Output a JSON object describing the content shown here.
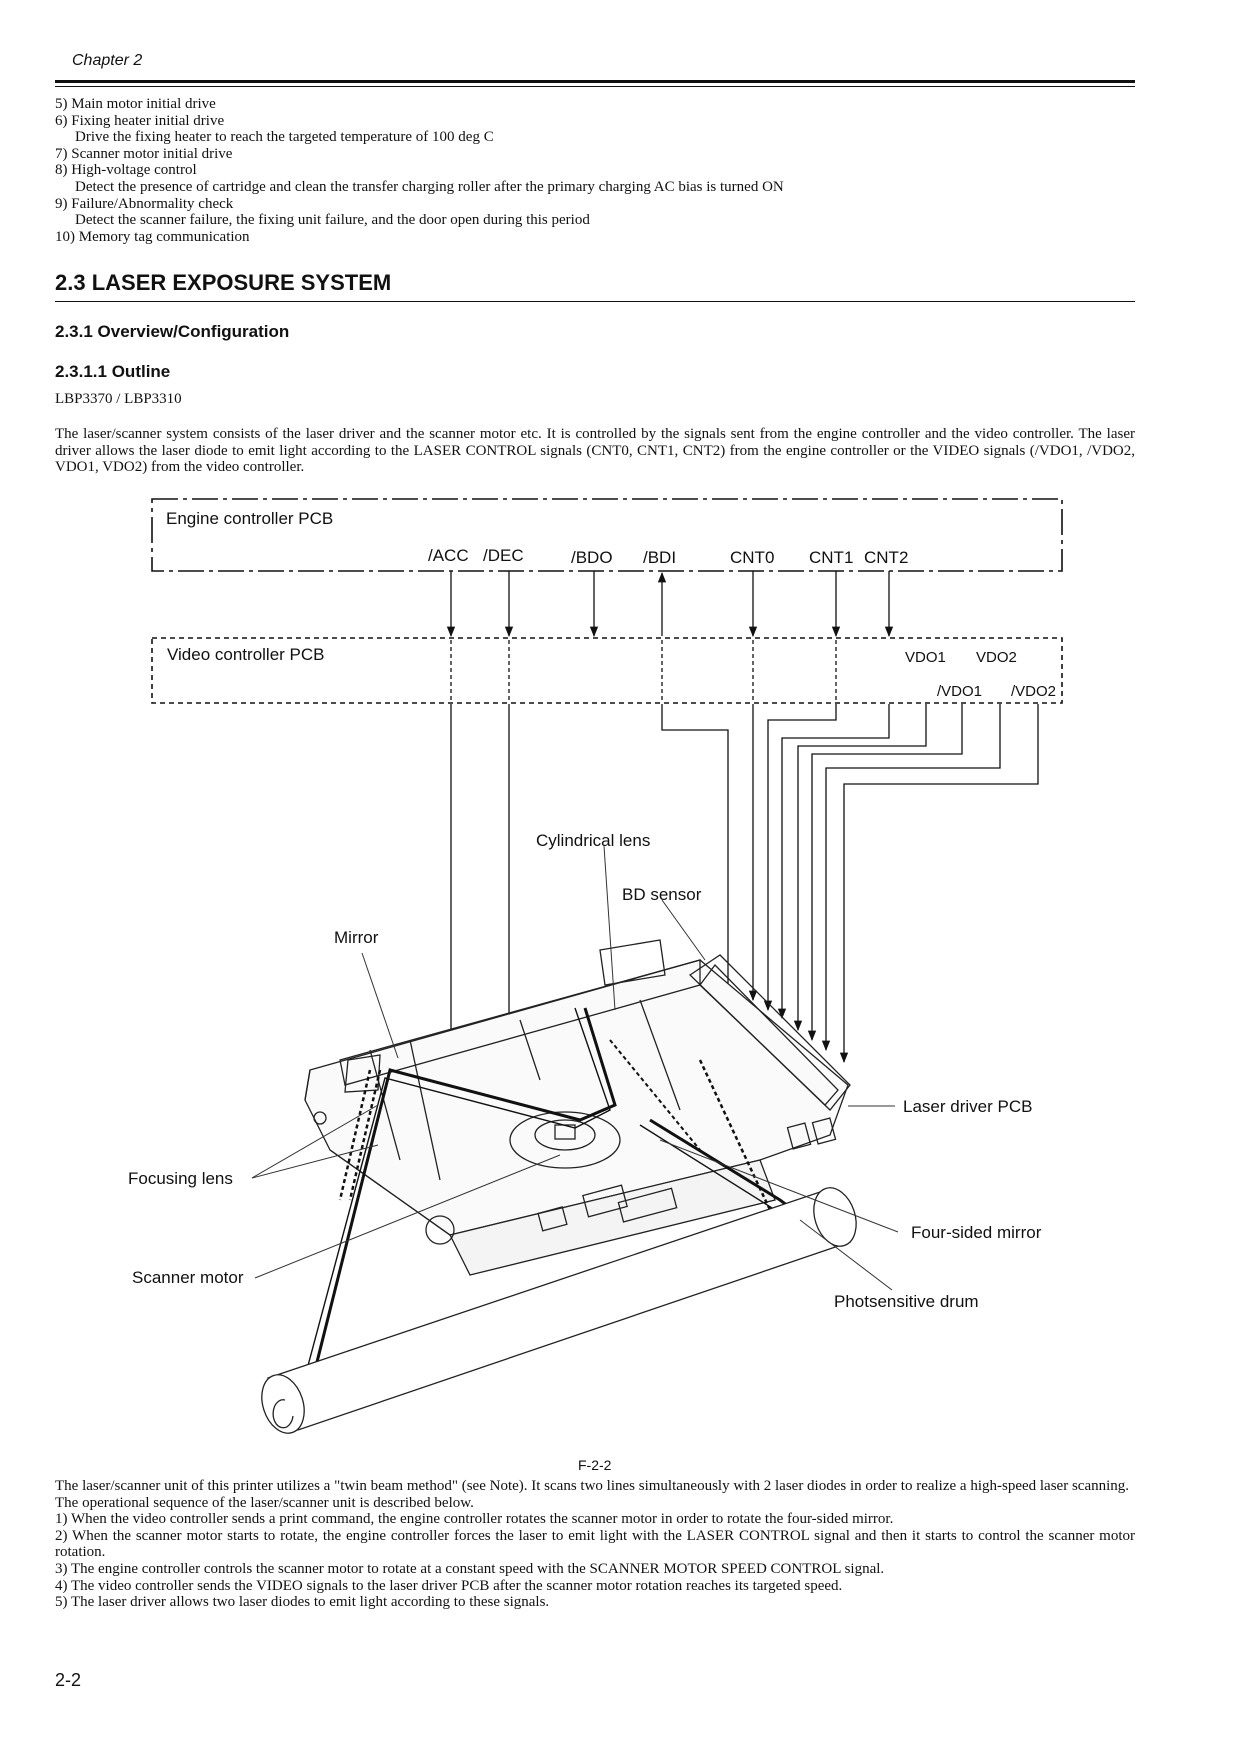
{
  "header": {
    "chapter": "Chapter 2"
  },
  "list_items": [
    "5) Main motor initial drive",
    "6) Fixing heater initial drive",
    "Drive the fixing heater to reach the targeted temperature of 100 deg C",
    "7) Scanner motor initial drive",
    "8) High-voltage control",
    "Detect the presence of cartridge and clean the transfer charging roller after the primary charging AC bias is turned ON",
    "9) Failure/Abnormality check",
    "Detect the scanner failure, the fixing unit failure, and the door open during this period",
    "10) Memory tag communication"
  ],
  "section": {
    "title": "2.3 LASER EXPOSURE SYSTEM",
    "subsection": "2.3.1 Overview/Configuration",
    "subsubsection": "2.3.1.1 Outline",
    "models": "LBP3370 / LBP3310",
    "intro": "The laser/scanner system consists of the laser driver and the scanner motor etc. It is controlled by the signals sent from the engine controller and the video controller. The laser driver allows the laser diode to emit light according to the LASER CONTROL signals (CNT0, CNT1, CNT2) from the engine controller or the VIDEO signals (/VDO1, /VDO2, VDO1, VDO2) from the video controller."
  },
  "figure": {
    "engine_pcb": "Engine controller PCB",
    "video_pcb": "Video controller PCB",
    "signals": {
      "acc": "/ACC",
      "dec": "/DEC",
      "bdo": "/BDO",
      "bdi": "/BDI",
      "cnt0": "CNT0",
      "cnt1": "CNT1",
      "cnt2": "CNT2",
      "vdo1": "VDO1",
      "vdo2": "VDO2",
      "nvdo1": "/VDO1",
      "nvdo2": "/VDO2"
    },
    "labels": {
      "cylindrical_lens": "Cylindrical lens",
      "bd_sensor": "BD sensor",
      "mirror": "Mirror",
      "laser_driver_pcb": "Laser driver PCB",
      "focusing_lens": "Focusing lens",
      "four_sided_mirror": "Four-sided mirror",
      "scanner_motor": "Scanner motor",
      "photosensitive_drum": "Photsensitive drum"
    },
    "caption": "F-2-2"
  },
  "body_after": [
    "The laser/scanner unit of this printer utilizes a \"twin beam method\" (see Note). It scans two lines simultaneously with 2 laser diodes in order to realize a high-speed laser scanning.",
    "The operational sequence of the laser/scanner unit is described below.",
    "1) When the video controller sends a print command, the engine controller rotates the scanner motor in order to rotate the four-sided mirror.",
    "2) When the scanner motor starts to rotate, the engine controller forces the laser to emit light with the LASER CONTROL signal and then it starts to control the scanner motor rotation.",
    "3) The engine controller controls the scanner motor to rotate at a constant speed with the SCANNER MOTOR SPEED CONTROL signal.",
    "4) The video controller sends the VIDEO signals to the laser driver PCB after the scanner motor rotation reaches its targeted speed.",
    "5) The laser driver allows two laser diodes to emit light according to these signals."
  ],
  "footer": {
    "page_number": "2-2"
  }
}
